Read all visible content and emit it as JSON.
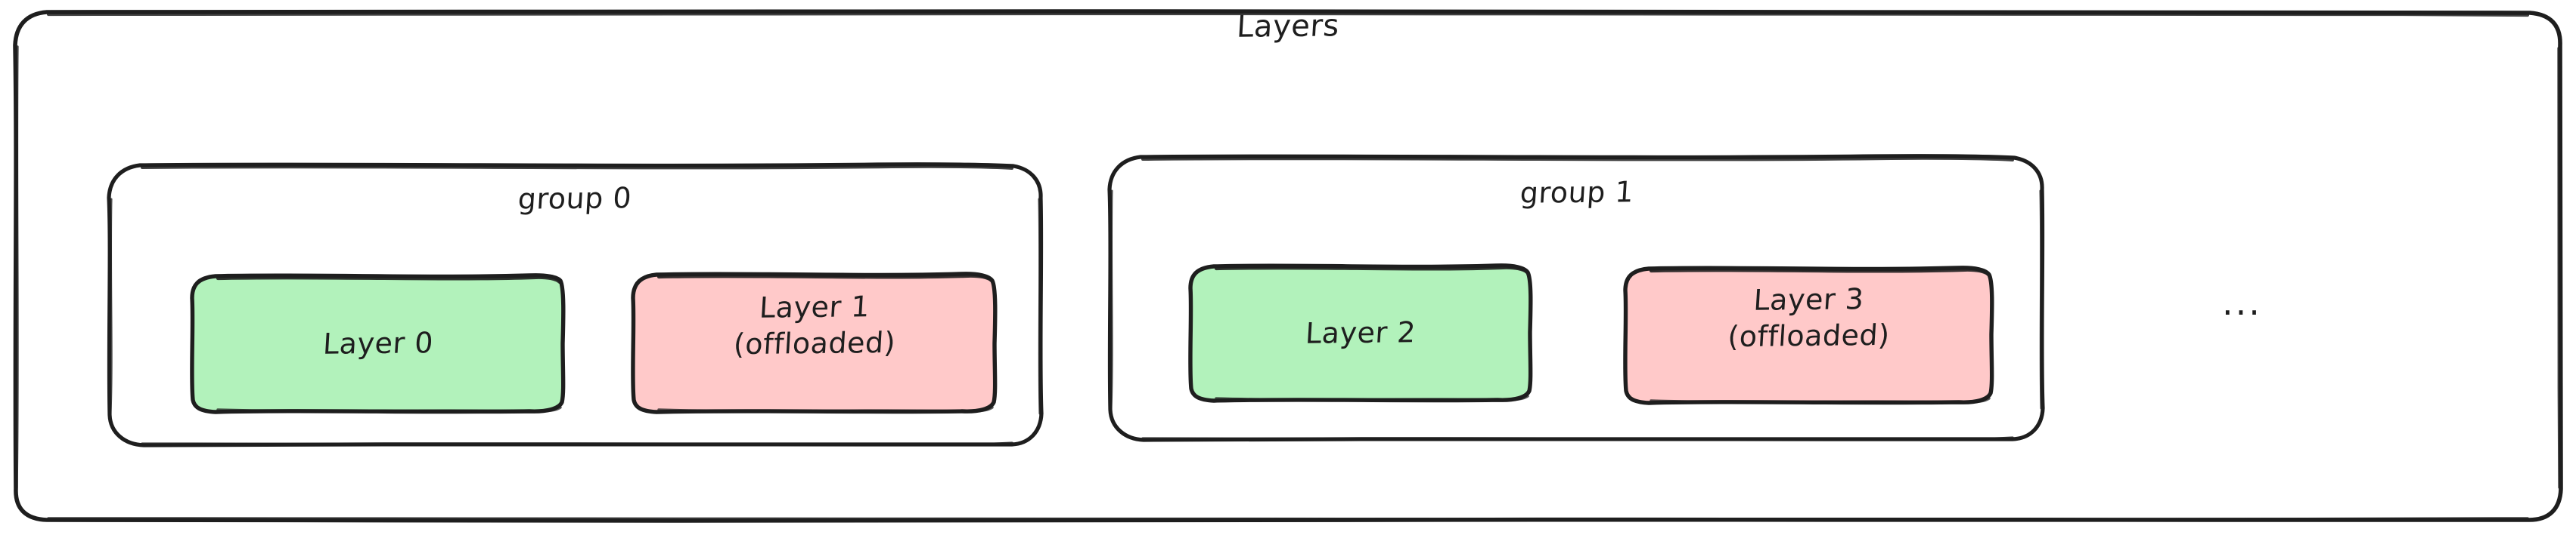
{
  "diagram": {
    "title": "Layers",
    "ellipsis": "...",
    "style": "hand-drawn-sketch",
    "colors": {
      "stroke": "#1e1e1e",
      "background": "#ffffff",
      "layer_active_fill": "#b2f2bb",
      "layer_offloaded_fill": "#ffc9c9",
      "text": "#1e1e1e"
    },
    "groups": [
      {
        "label": "group 0",
        "layers": [
          {
            "name": "Layer 0",
            "status": "",
            "lines": [
              "Layer 0"
            ],
            "state": "active",
            "fill": "#b2f2bb"
          },
          {
            "name": "Layer 1",
            "status": "(offloaded)",
            "lines": [
              "Layer 1",
              "(offloaded)"
            ],
            "state": "offloaded",
            "fill": "#ffc9c9"
          }
        ]
      },
      {
        "label": "group 1",
        "layers": [
          {
            "name": "Layer 2",
            "status": "",
            "lines": [
              "Layer 2"
            ],
            "state": "active",
            "fill": "#b2f2bb"
          },
          {
            "name": "Layer 3",
            "status": "(offloaded)",
            "lines": [
              "Layer 3",
              "(offloaded)"
            ],
            "state": "offloaded",
            "fill": "#ffc9c9"
          }
        ]
      }
    ]
  }
}
